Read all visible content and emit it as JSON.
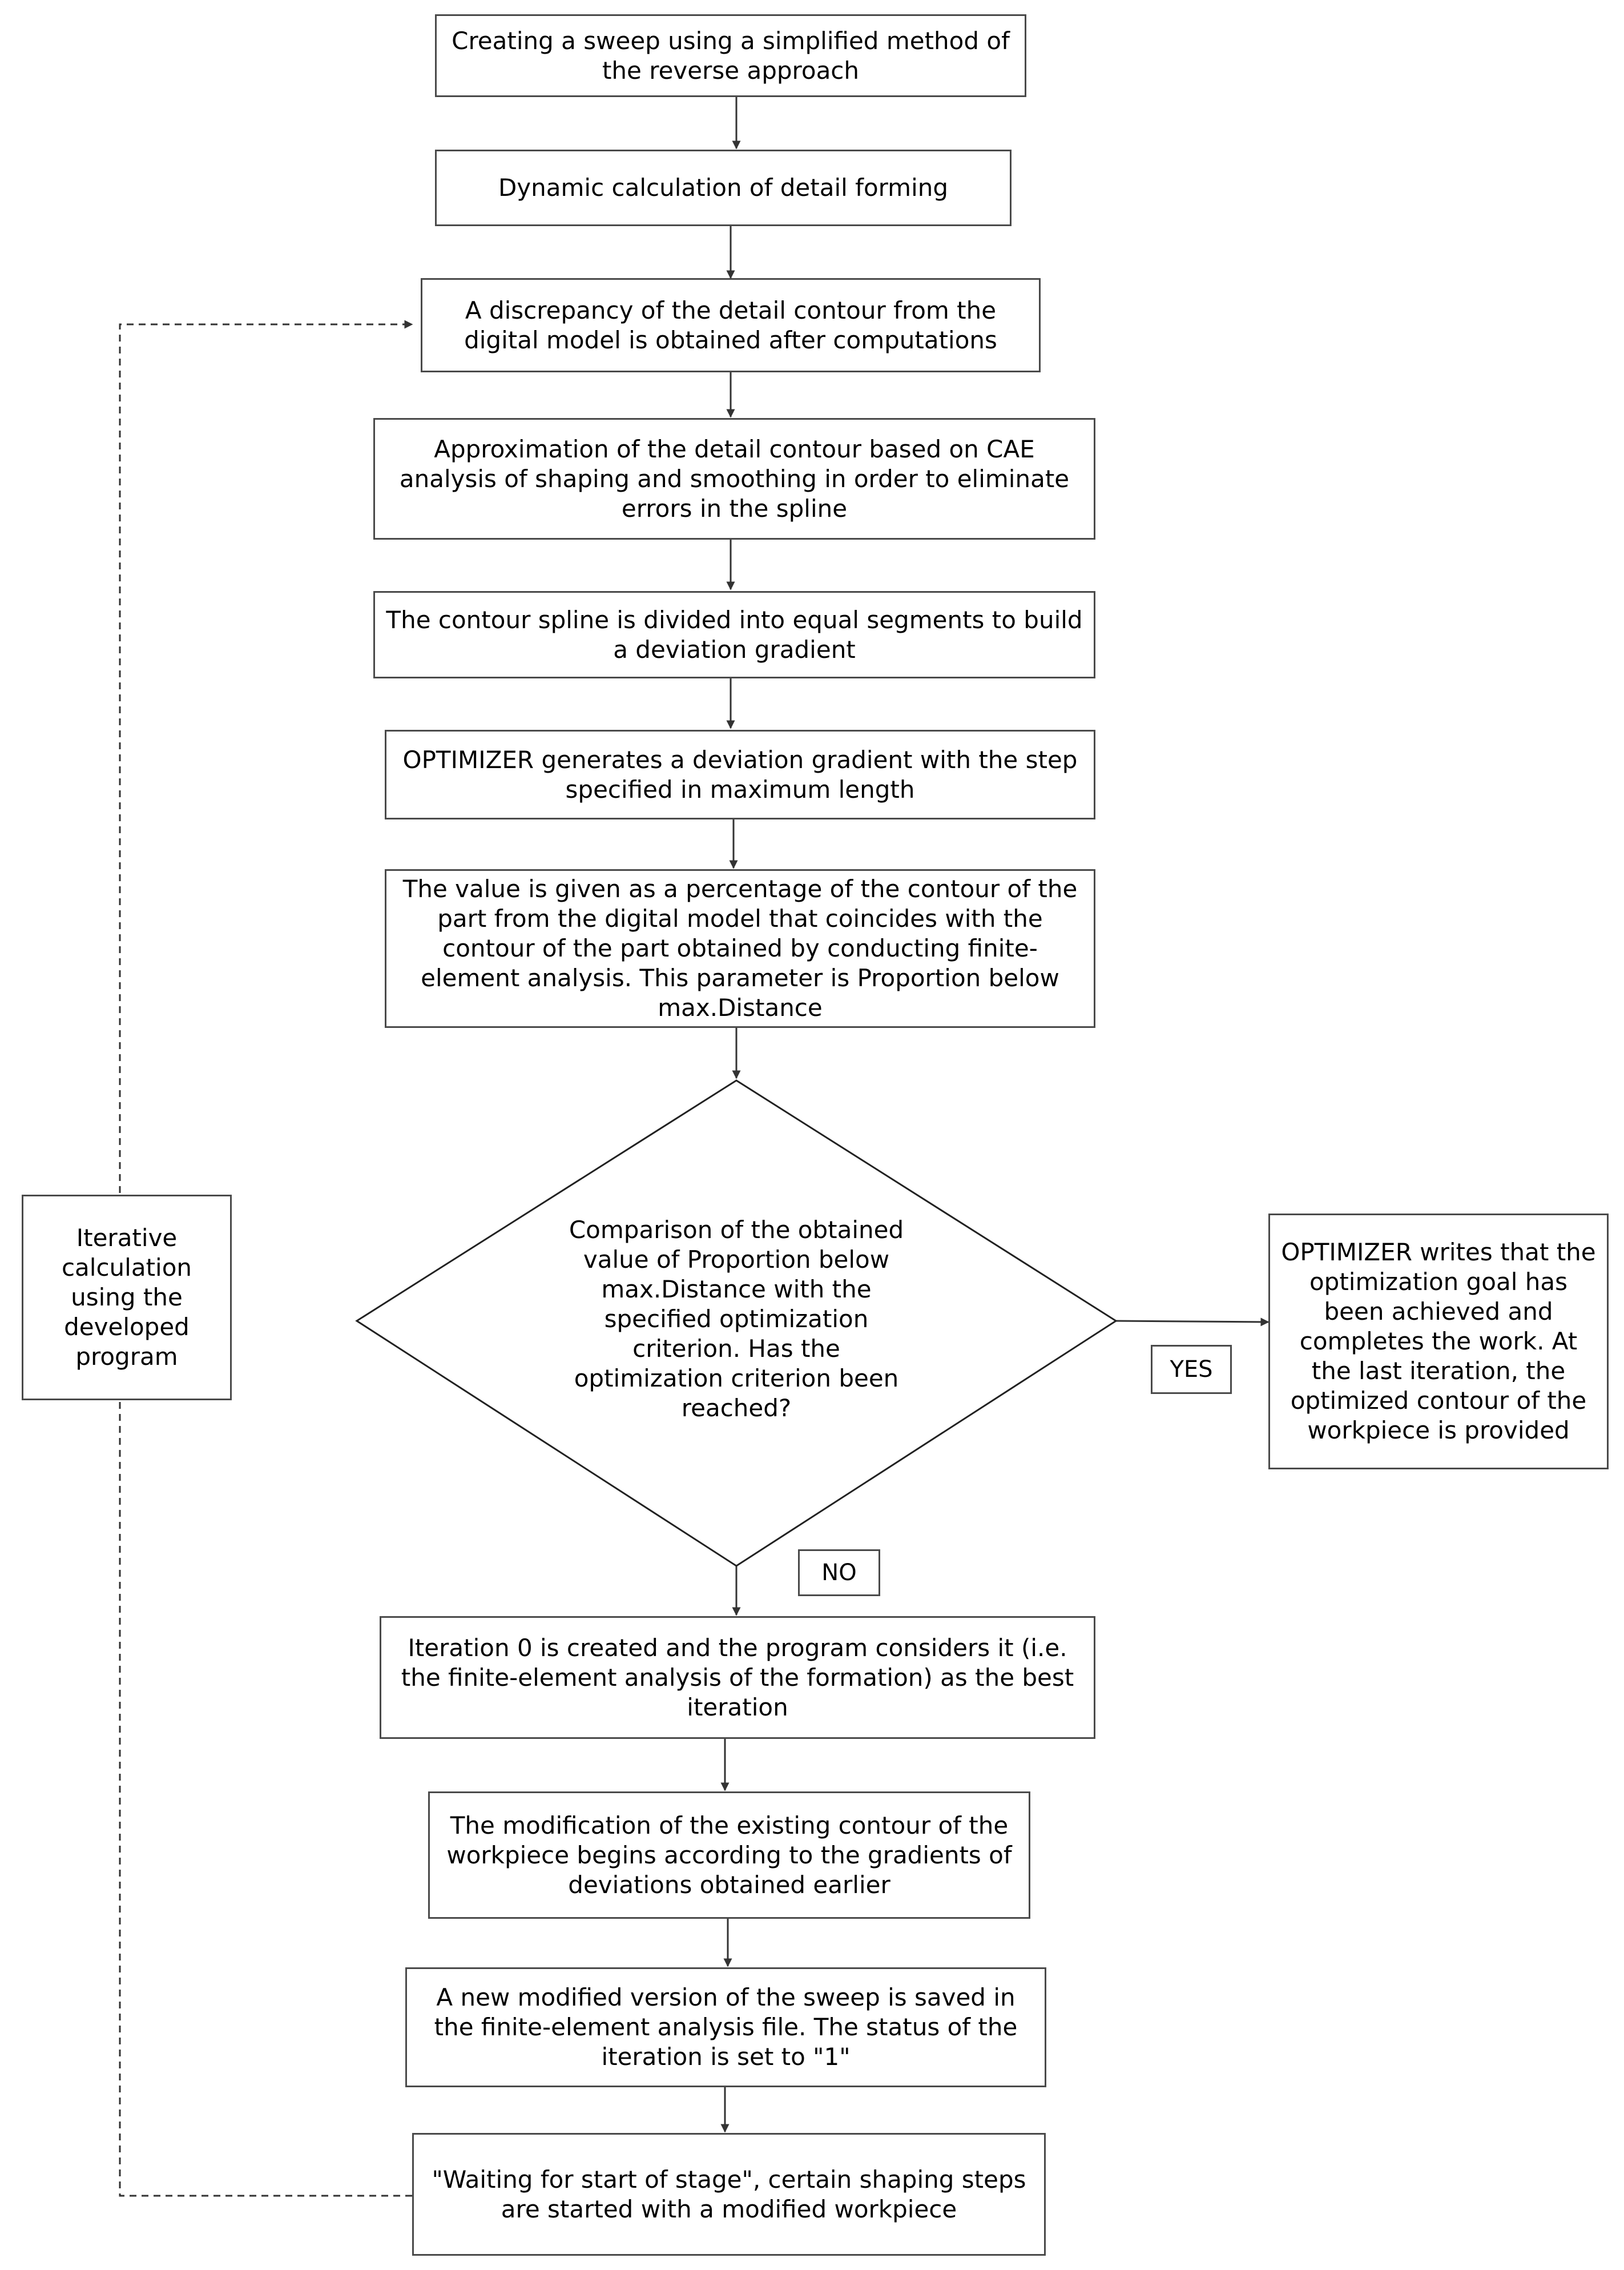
{
  "boxes": {
    "b1": "Creating a sweep using a simplified method of the reverse approach",
    "b2": "Dynamic calculation of detail forming",
    "b3": "A discrepancy of the detail contour from the digital model is obtained after computations",
    "b4": "Approximation of the detail contour based on CAE analysis of shaping and smoothing in order to eliminate errors in the spline",
    "b5": "The contour spline is divided into equal segments to build a deviation gradient",
    "b6": "OPTIMIZER generates a deviation gradient with the step specified in maximum length",
    "b7": "The value is given as a percentage of the contour of the part from the digital model that coincides with the contour of the part obtained by conducting finite-element analysis. This parameter is Proportion below max.Distance",
    "decision": "Comparison of the obtained value of Proportion below max.Distance with the specified optimization criterion. Has the optimization criterion been reached?",
    "yes_result": "OPTIMIZER writes that the optimization goal has been achieved and completes the work. At the last iteration, the optimized contour of the workpiece is provided",
    "b8": "Iteration 0 is created and the program considers it (i.e. the finite-element analysis of the formation) as the best iteration",
    "b9": "The modification of the existing contour of the workpiece begins according to the gradients of deviations obtained earlier",
    "b10": "A new modified version of the sweep is saved in the finite-element analysis file. The status of the iteration is set to \"1\"",
    "b11": "\"Waiting for start of stage\", certain shaping steps are started with a modified workpiece",
    "iterative": "Iterative calculation using the developed program"
  },
  "labels": {
    "yes": "YES",
    "no": "NO"
  },
  "colors": {
    "border": "#4a4a4a",
    "line": "#333333",
    "background": "#ffffff"
  }
}
